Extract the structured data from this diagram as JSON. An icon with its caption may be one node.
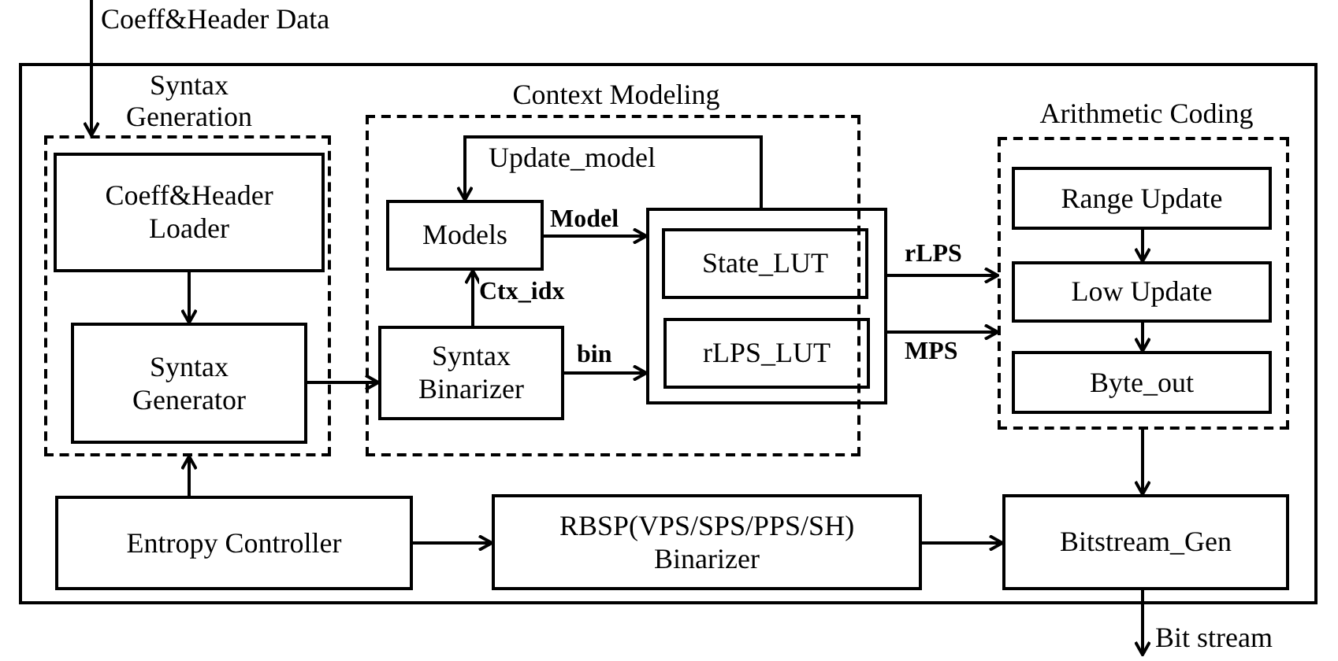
{
  "diagram": {
    "nodes": [
      {
        "text": [],
        "shape": "box"
      },
      {
        "text": [
          "Syntax Generation"
        ],
        "in": 0
      },
      {
        "text": [
          "Coeff&Header Loader"
        ],
        "in": 1
      },
      {
        "text": [
          "Syntax Generator"
        ],
        "in": 1
      },
      {
        "text": [
          "Context Modeling"
        ],
        "in": 0
      },
      {
        "text": [
          "Models"
        ],
        "in": 4
      },
      {
        "text": [],
        "shape": "box",
        "in": 4
      },
      {
        "text": [
          "State_LUT"
        ],
        "in": 6
      },
      {
        "text": [
          "rLPS_LUT"
        ],
        "in": 6
      },
      {
        "text": [
          "Syntax Binarizer"
        ],
        "in": 4
      },
      {
        "text": [
          "Arithmetic Coding"
        ],
        "in": 0
      },
      {
        "text": [
          "Range Update"
        ],
        "in": 10
      },
      {
        "text": [
          "Low Update"
        ],
        "in": 10
      },
      {
        "text": [
          "Byte_out"
        ],
        "in": 10
      },
      {
        "text": [
          "Entropy Controller"
        ],
        "in": 0
      },
      {
        "text": [
          "RBSP(VPS/SPS/PPS/SH) Binarizer"
        ],
        "in": 0
      },
      {
        "text": [
          "Bitstream_Gen"
        ],
        "in": 0
      }
    ],
    "edges": [
      {
        "from": null,
        "to": 1,
        "arrow": "to",
        "label": "Coeff&Header Data"
      },
      {
        "from": 2,
        "to": 3,
        "arrow": "to"
      },
      {
        "from": 3,
        "to": 9,
        "arrow": "to"
      },
      {
        "from": 9,
        "to": 5,
        "arrow": "to",
        "label": "Ctx_idx"
      },
      {
        "from": 5,
        "to": 6,
        "arrow": "to",
        "label": "Model"
      },
      {
        "from": 9,
        "to": 6,
        "arrow": "to",
        "label": "bin"
      },
      {
        "from": 6,
        "to": 5,
        "arrow": "to",
        "label": "Update_model"
      },
      {
        "from": 6,
        "to": 10,
        "arrow": "to",
        "label": "rLPS"
      },
      {
        "from": 6,
        "to": 10,
        "arrow": "to",
        "label": "MPS"
      },
      {
        "from": 11,
        "to": 12,
        "arrow": "to"
      },
      {
        "from": 12,
        "to": 13,
        "arrow": "to"
      },
      {
        "from": 10,
        "to": 16,
        "arrow": "to"
      },
      {
        "from": 14,
        "to": 1,
        "arrow": "to"
      },
      {
        "from": 14,
        "to": 15,
        "arrow": "to"
      },
      {
        "from": 15,
        "to": 16,
        "arrow": "to"
      },
      {
        "from": 16,
        "to": null,
        "arrow": "to",
        "label": "Bit stream"
      }
    ]
  }
}
